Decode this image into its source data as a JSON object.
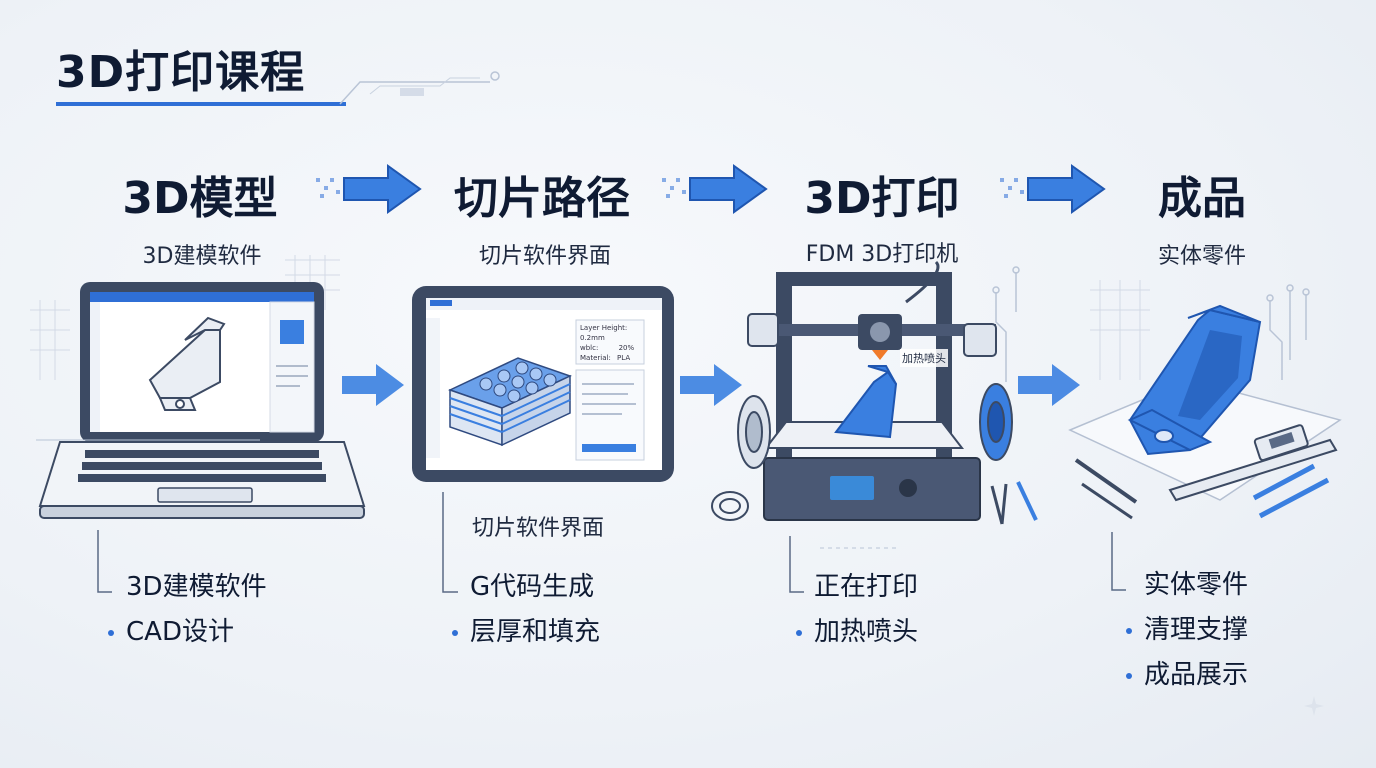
{
  "title": "3D打印课程",
  "stages": [
    {
      "title": "3D模型",
      "subtitle": "3D建模软件",
      "bullets": [
        "3D建模软件",
        "CAD设计"
      ],
      "icon": "laptop-cad-icon"
    },
    {
      "title": "切片路径",
      "subtitle": "切片软件界面",
      "caption": "切片软件界面",
      "bullets": [
        "G代码生成",
        "层厚和填充"
      ],
      "icon": "tablet-slicer-icon",
      "panel": {
        "layer_height_label": "Layer Height:",
        "layer_height_value": "0.2mm",
        "infill_label": "wblc:",
        "infill_value": "20%",
        "material_label": "Material:",
        "material_value": "PLA"
      }
    },
    {
      "title": "3D打印",
      "subtitle": "FDM 3D打印机",
      "callout": "加热喷头",
      "bullets": [
        "正在打印",
        "加热喷头"
      ],
      "icon": "fdm-printer-icon"
    },
    {
      "title": "成品",
      "subtitle": "实体零件",
      "bullets": [
        "实体零件",
        "清理支撑",
        "成品展示"
      ],
      "icon": "finished-part-icon"
    }
  ],
  "colors": {
    "accent": "#2f6fd6",
    "part_blue": "#3a7fe0",
    "text_dark": "#0f1b33",
    "frame": "#3c4a63"
  }
}
